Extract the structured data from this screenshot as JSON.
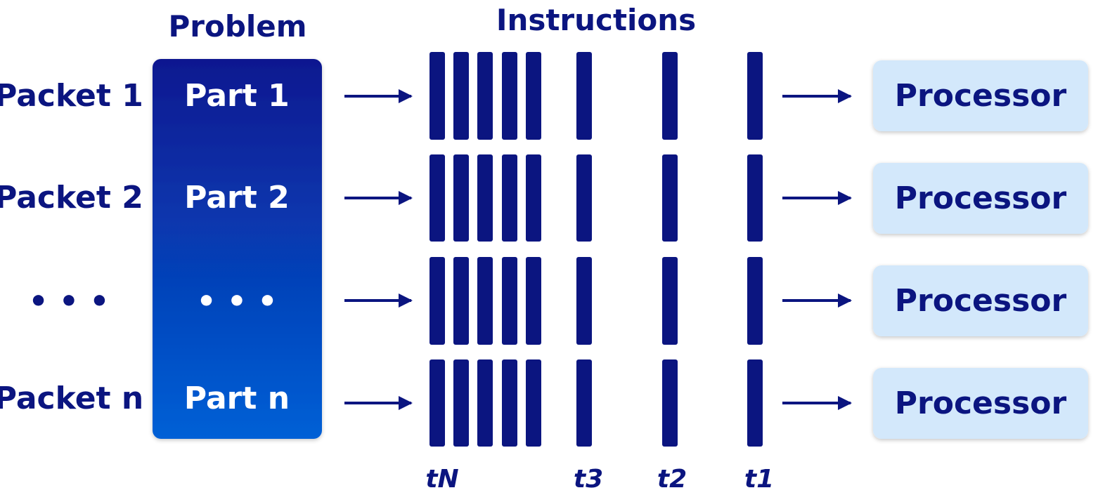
{
  "headings": {
    "problem": "Problem",
    "instructions": "Instructions"
  },
  "colors": {
    "navy": "#0b1580",
    "problem_gradient_top": "#0a1890",
    "problem_gradient_bottom": "#0360d6",
    "processor_fill": "#d3e8fb"
  },
  "rows": [
    {
      "packet": "Packet 1",
      "part": "Part 1",
      "processor": "Processor"
    },
    {
      "packet": "Packet 2",
      "part": "Part 2",
      "processor": "Processor"
    },
    {
      "packet": "• • •",
      "part": "• • •",
      "processor": "Processor"
    },
    {
      "packet": "Packet n",
      "part": "Part n",
      "processor": "Processor"
    }
  ],
  "time_labels": [
    "tN",
    "t3",
    "t2",
    "t1"
  ]
}
